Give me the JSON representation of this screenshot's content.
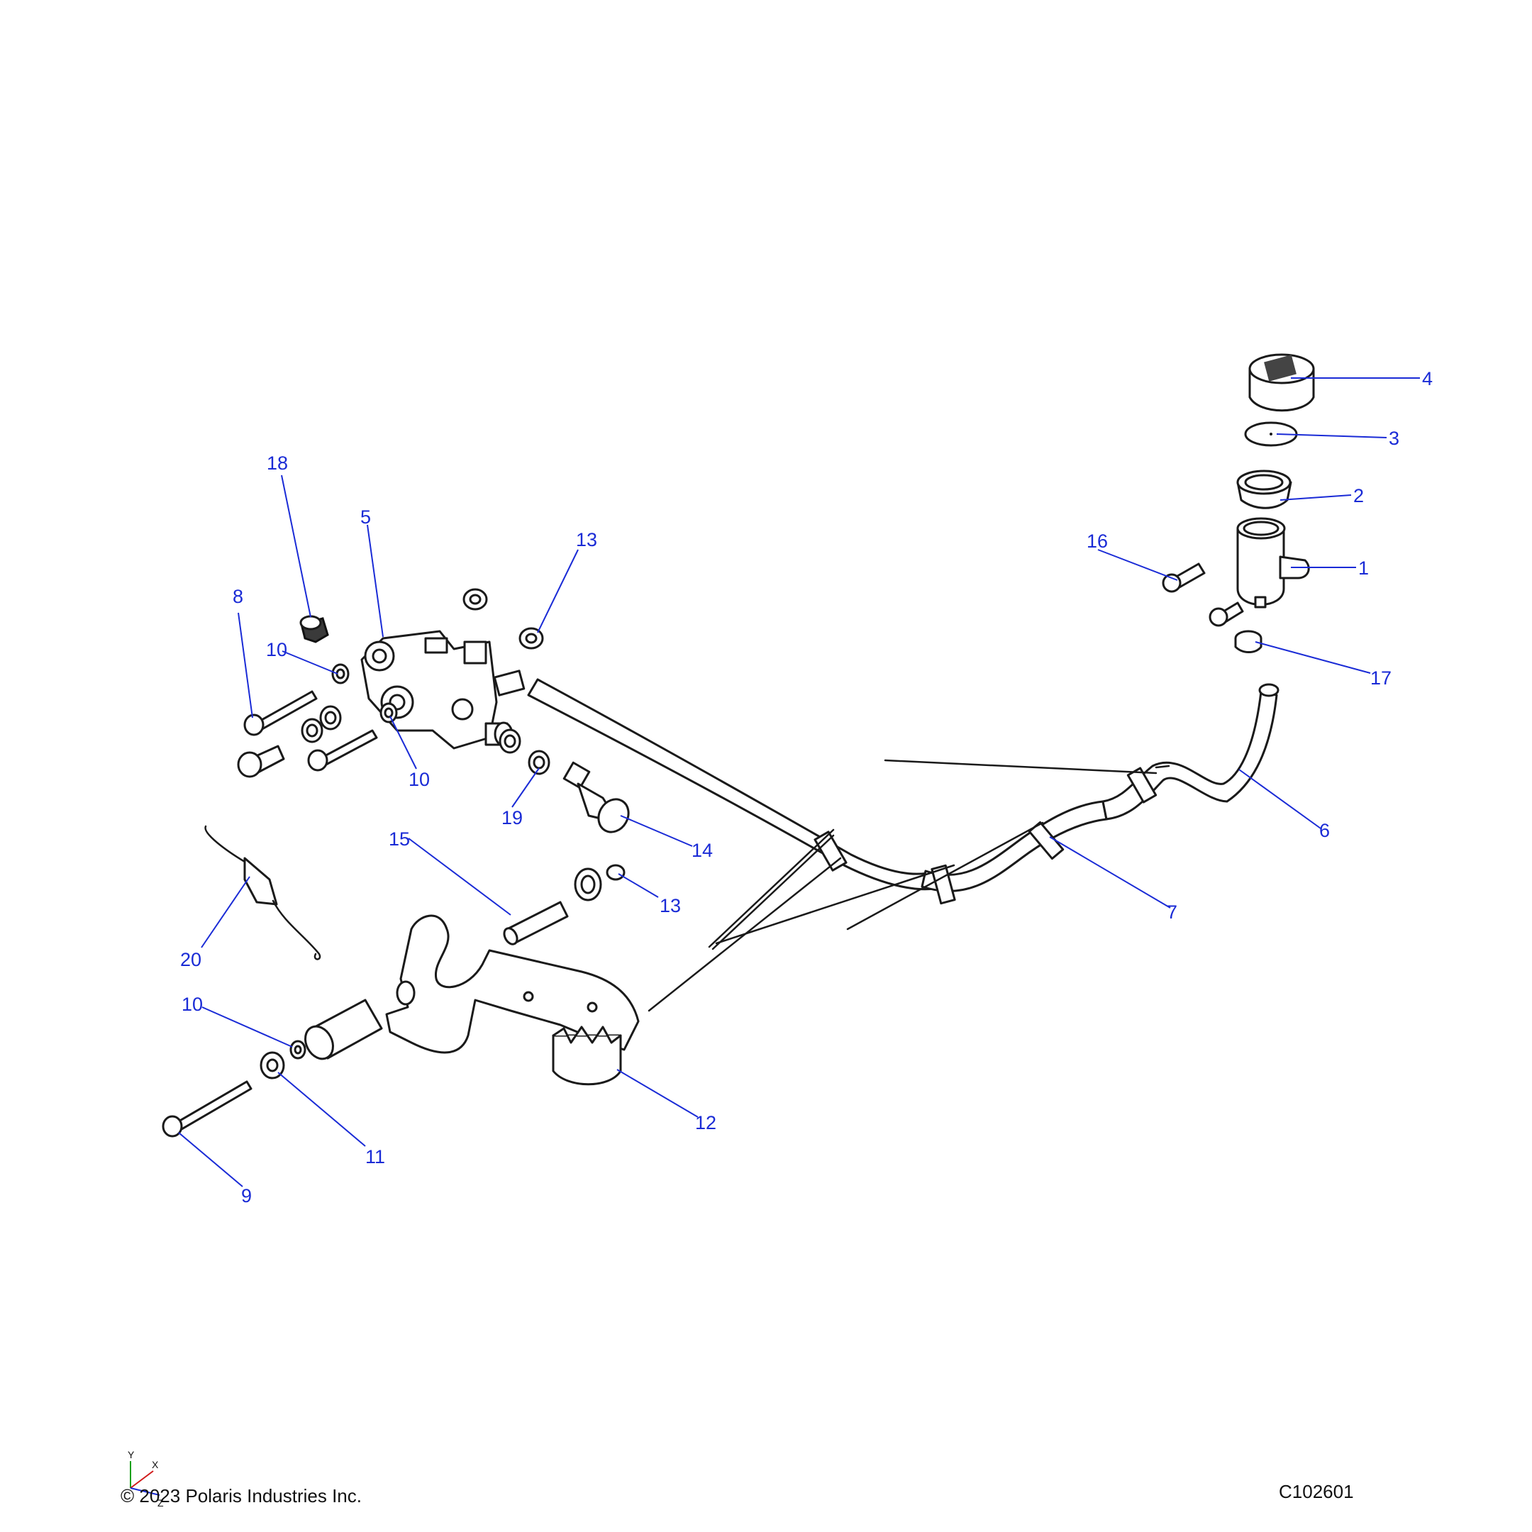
{
  "footer": {
    "copyright": "© 2023 Polaris Industries Inc.",
    "drawing_id": "C102601"
  },
  "axis_triad": {
    "x": "X",
    "y": "Y",
    "z": "Z"
  },
  "callouts": [
    "1",
    "2",
    "3",
    "4",
    "5",
    "6",
    "7",
    "8",
    "9",
    "10",
    "10",
    "10",
    "11",
    "12",
    "13",
    "13",
    "14",
    "15",
    "16",
    "17",
    "18",
    "19",
    "20"
  ],
  "colors": {
    "callout": "#1a2bd6",
    "line": "#1a1a1a"
  }
}
